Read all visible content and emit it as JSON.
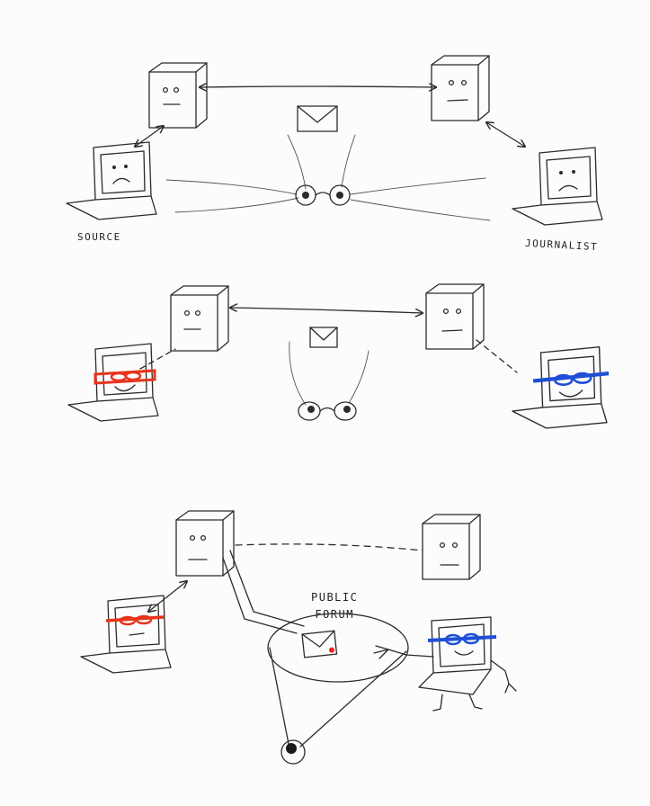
{
  "labels": {
    "source": "SOURCE",
    "journalist": "JOURNALIST",
    "forum_line1": "PUBLIC",
    "forum_line2": "FORUM"
  },
  "colors": {
    "pencil": "#2b2b2b",
    "red_mask": "#e8341c",
    "blue_mask": "#1f4fd6",
    "red_dot": "#e3231b"
  },
  "icons": [
    "server-icon",
    "laptop-icon",
    "envelope-icon",
    "eyes-icon",
    "mask-icon",
    "eyeball-icon"
  ]
}
